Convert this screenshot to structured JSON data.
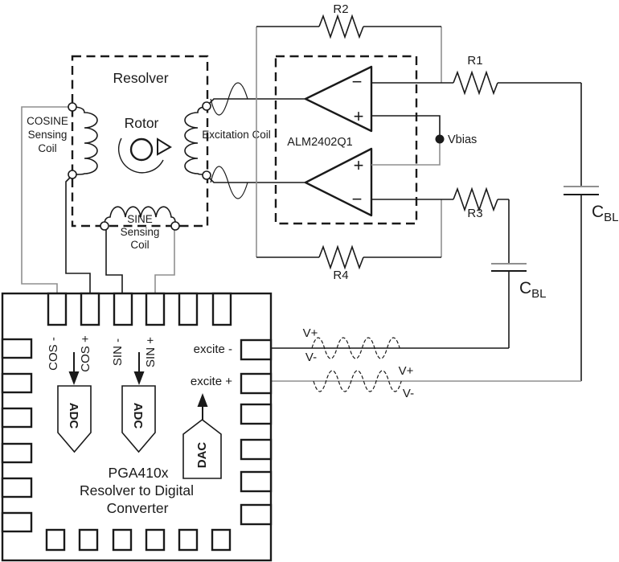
{
  "colors": {
    "ink": "#1a1a1a",
    "gray": "#8f8f8f",
    "background": "#ffffff"
  },
  "resolver": {
    "title": "Resolver",
    "rotor": "Rotor",
    "excitation_coil": "Excitation Coil",
    "cosine_coil": [
      "COSINE",
      "Sensing",
      "Coil"
    ],
    "sine_coil": [
      "SINE",
      "Sensing",
      "Coil"
    ]
  },
  "amplifier": {
    "name": "ALM2402Q1",
    "vbias": "Vbias",
    "plus": "+",
    "minus": "−"
  },
  "resistors": {
    "r1": "R1",
    "r2": "R2",
    "r3": "R3",
    "r4": "R4"
  },
  "capacitor": {
    "symbol": "C",
    "subscript": "BL"
  },
  "signal_labels": {
    "v_plus": "V+",
    "v_minus": "V-"
  },
  "converter": {
    "part": "PGA410x",
    "desc_line1": "Resolver to Digital",
    "desc_line2": "Converter",
    "pin_cos_minus": "COS -",
    "pin_cos_plus": "COS +",
    "pin_sin_minus": "SIN -",
    "pin_sin_plus": "SIN +",
    "excite_minus": "excite -",
    "excite_plus": "excite +",
    "adc": "ADC",
    "dac": "DAC"
  }
}
